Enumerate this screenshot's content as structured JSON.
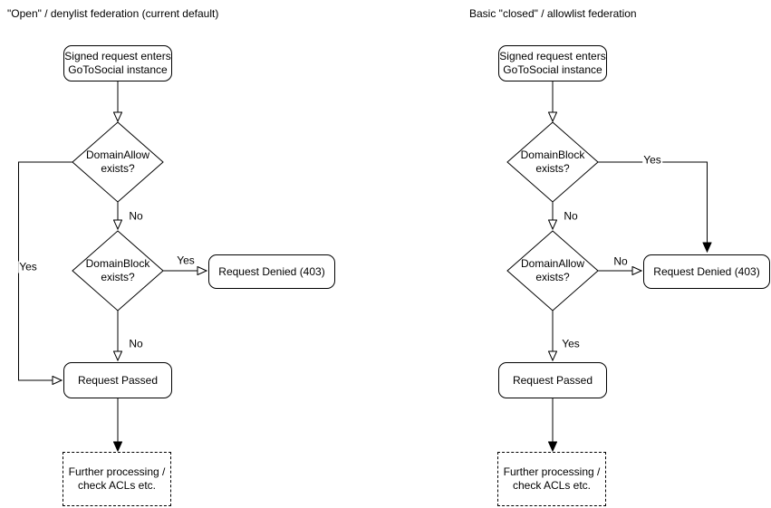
{
  "page": {
    "background_color": "#ffffff",
    "stroke_color": "#000000",
    "text_color": "#000000"
  },
  "diagrams": [
    {
      "title": "\"Open\" / denylist federation (current default)",
      "nodes": {
        "start": "Signed request enters\nGoToSocial instance",
        "decision1": "DomainAllow\nexists?",
        "decision2": "DomainBlock\nexists?",
        "denied": "Request Denied (403)",
        "passed": "Request Passed",
        "further": "Further processing /\ncheck ACLs etc."
      },
      "labels": {
        "decision1_yes": "Yes",
        "decision1_no": "No",
        "decision2_yes": "Yes",
        "decision2_no": "No"
      }
    },
    {
      "title": "Basic \"closed\" / allowlist federation",
      "nodes": {
        "start": "Signed request enters\nGoToSocial instance",
        "decision1": "DomainBlock\nexists?",
        "decision2": "DomainAllow\nexists?",
        "denied": "Request Denied (403)",
        "passed": "Request Passed",
        "further": "Further processing /\ncheck ACLs etc."
      },
      "labels": {
        "decision1_yes": "Yes",
        "decision1_no": "No",
        "decision2_no": "No",
        "decision2_yes": "Yes"
      }
    }
  ]
}
